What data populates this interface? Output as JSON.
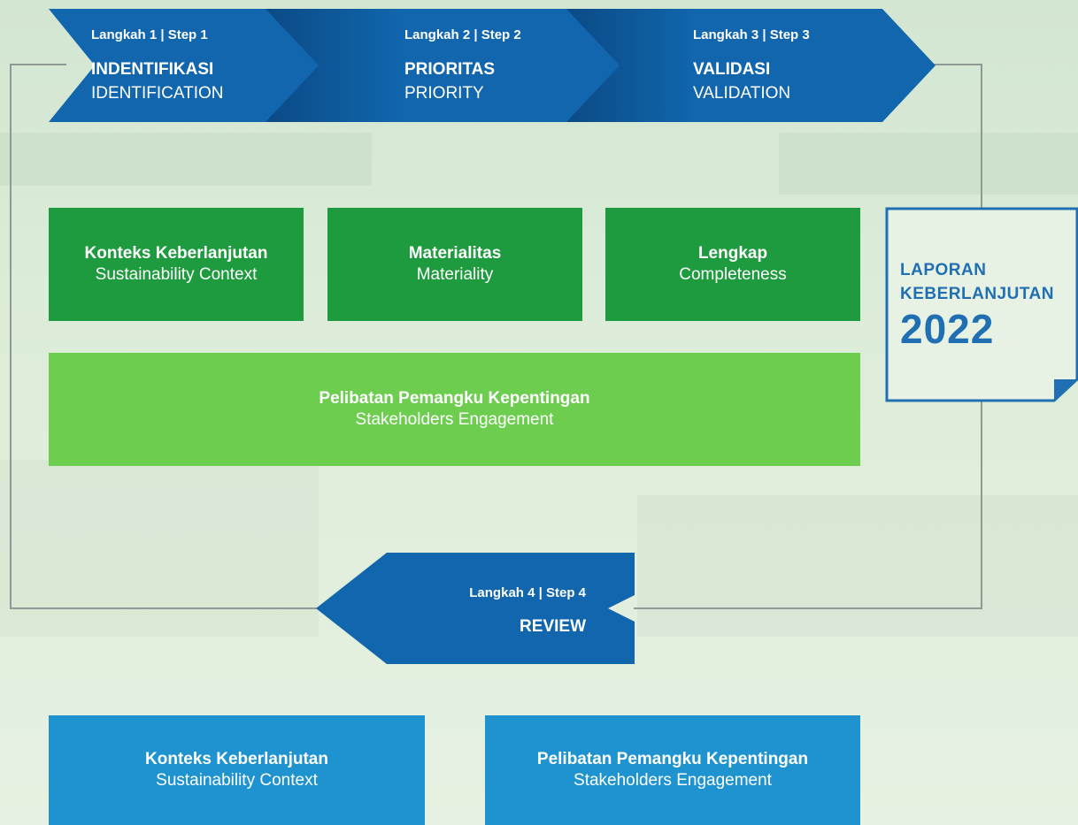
{
  "steps": [
    {
      "header": "Langkah 1  |  Step 1",
      "title": "INDENTIFIKASI",
      "subtitle": "IDENTIFICATION"
    },
    {
      "header": "Langkah 2  |  Step 2",
      "title": "PRIORITAS",
      "subtitle": "PRIORITY"
    },
    {
      "header": "Langkah 3  |  Step 3",
      "title": "VALIDASI",
      "subtitle": "VALIDATION"
    },
    {
      "header": "Langkah 4  |  Step 4",
      "title": "REVIEW"
    }
  ],
  "principles": [
    {
      "title": "Konteks Keberlanjutan",
      "subtitle": "Sustainability Context"
    },
    {
      "title": "Materialitas",
      "subtitle": "Materiality"
    },
    {
      "title": "Lengkap",
      "subtitle": "Completeness"
    }
  ],
  "engagement": {
    "title": "Pelibatan Pemangku Kepentingan",
    "subtitle": "Stakeholders Engagement"
  },
  "review_principles": [
    {
      "title": "Konteks Keberlanjutan",
      "subtitle": "Sustainability Context"
    },
    {
      "title": "Pelibatan Pemangku Kepentingan",
      "subtitle": "Stakeholders Engagement"
    }
  ],
  "report": {
    "line1": "LAPORAN",
    "line2": "KEBERLANJUTAN",
    "year": "2022"
  },
  "colors": {
    "step_blue": "#1166ad",
    "step_dark": "#0b4a86",
    "principle_green": "#1e9b3e",
    "engagement_green": "#6ccd4f",
    "review_blue": "#1e93cf",
    "connector_gray": "#8e9a93",
    "report_blue": "#1f6fb2"
  }
}
